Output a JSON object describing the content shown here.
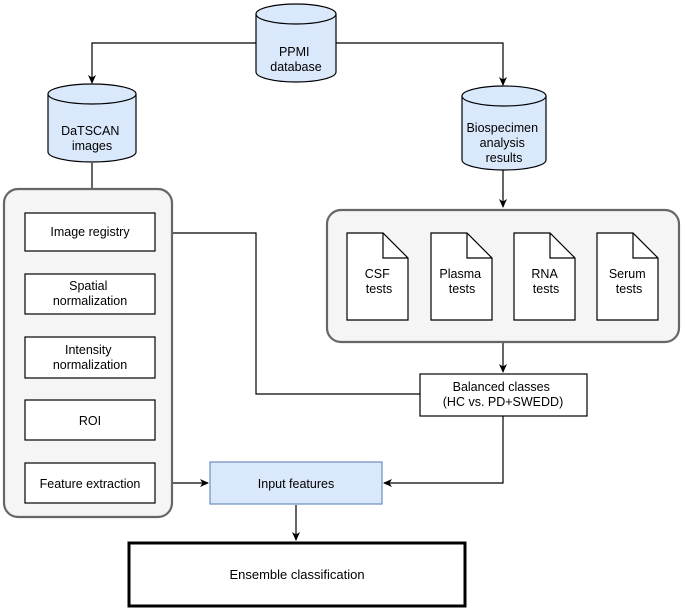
{
  "nodes": {
    "ppmi_database": [
      "PPMI",
      "database"
    ],
    "datscan_images": [
      "DaTSCAN",
      "images"
    ],
    "biospecimen_results": [
      "Biospecimen",
      "analysis",
      "results"
    ],
    "image_registry": "Image registry",
    "spatial_normalization": [
      "Spatial",
      "normalization"
    ],
    "intensity_normalization": [
      "Intensity",
      "normalization"
    ],
    "roi": "ROI",
    "feature_extraction": "Feature extraction",
    "csf_tests": [
      "CSF",
      "tests"
    ],
    "plasma_tests": [
      "Plasma",
      "tests"
    ],
    "rna_tests": [
      "RNA",
      "tests"
    ],
    "serum_tests": [
      "Serum",
      "tests"
    ],
    "balanced_classes": [
      "Balanced classes",
      "(HC vs. PD+SWEDD)"
    ],
    "input_features": "Input features",
    "ensemble_classification": "Ensemble classification"
  },
  "colors": {
    "database_fill": "#dae8fc",
    "highlight_fill": "#dae8fc",
    "group_fill": "#f5f5f5",
    "stroke": "#000000",
    "group_stroke": "#666666"
  }
}
